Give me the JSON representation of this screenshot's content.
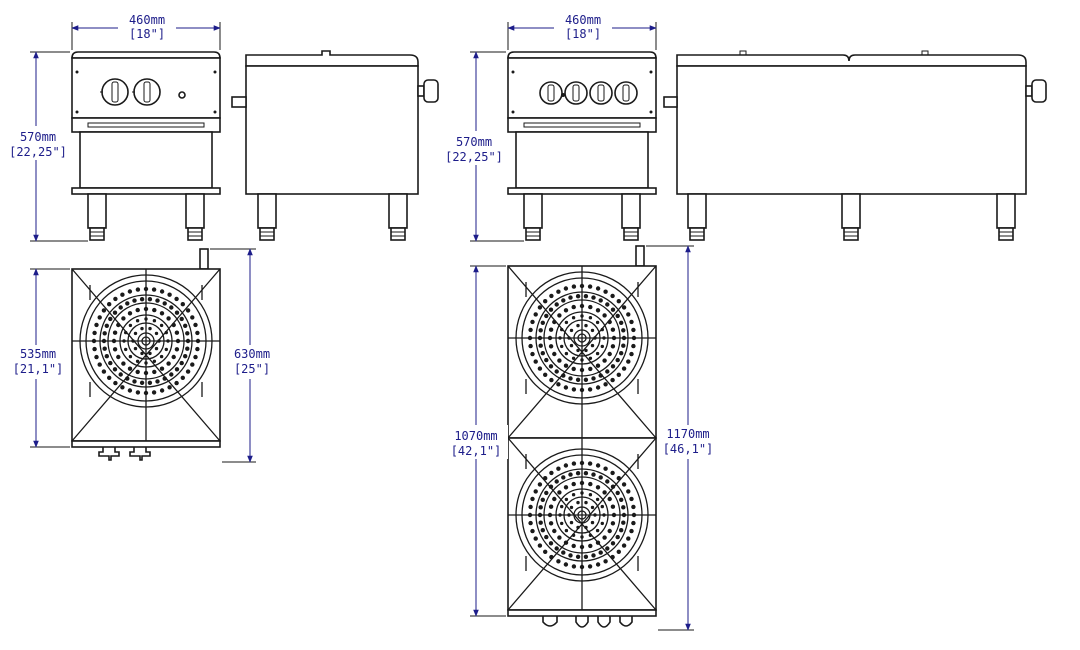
{
  "units_colour": "#1d1d8a",
  "line_colour": "#1a1a1a",
  "single": {
    "width_mm": "460mm",
    "width_in": "[18\"]",
    "height_mm": "570mm",
    "height_in": "[22,25\"]",
    "depth_mm": "535mm",
    "depth_in": "[21,1\"]",
    "overall_depth_mm": "630mm",
    "overall_depth_in": "[25\"]"
  },
  "double": {
    "width_mm": "460mm",
    "width_in": "[18\"]",
    "height_mm": "570mm",
    "height_in": "[22,25\"]",
    "depth_mm": "1070mm",
    "depth_in": "[42,1\"]",
    "overall_depth_mm": "1170mm",
    "overall_depth_in": "[46,1\"]"
  }
}
